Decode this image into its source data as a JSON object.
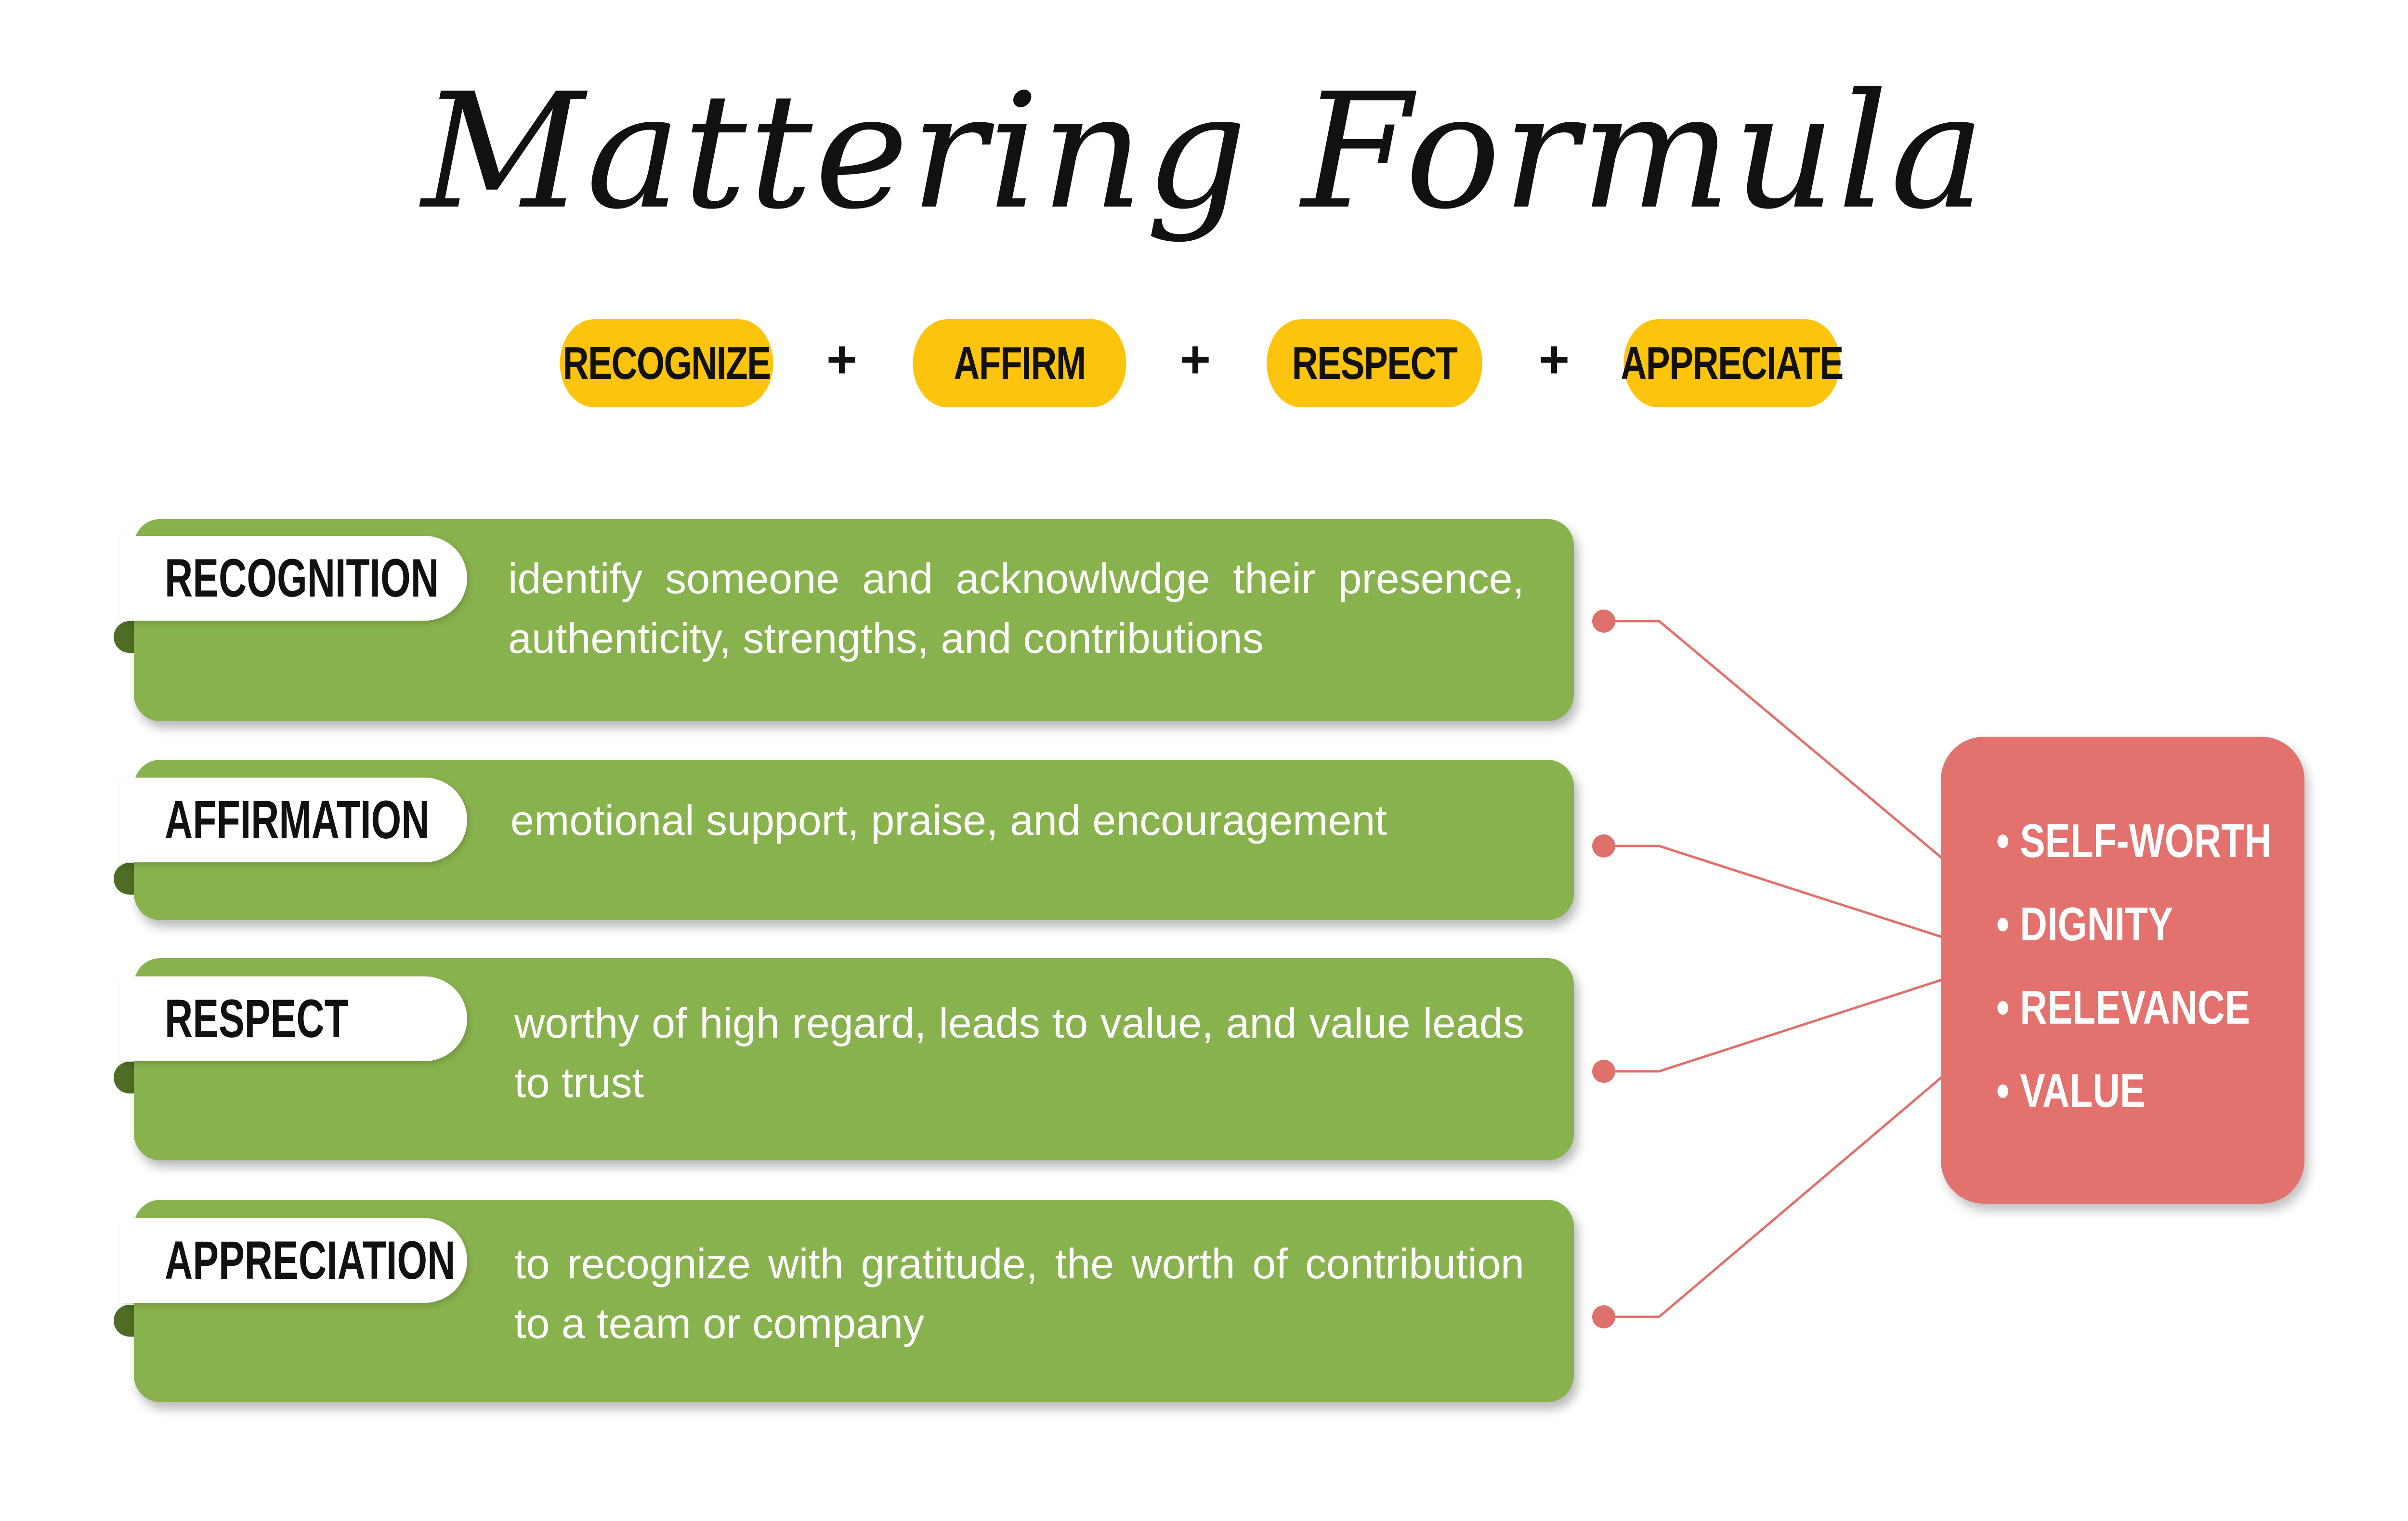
{
  "title": "Mattering Formula",
  "formula": {
    "terms": [
      "RECOGNIZE",
      "AFFIRM",
      "RESPECT",
      "APPRECIATE"
    ],
    "operator": "+"
  },
  "rows": [
    {
      "label": "RECOGNITION",
      "description": "identify someone and acknowlwdge their presence, authenticity, strengths, and contributions"
    },
    {
      "label": "AFFIRMATION",
      "description": "emotional support, praise, and encouragement"
    },
    {
      "label": "RESPECT",
      "description": "worthy of high regard, leads to value, and value leads to trust"
    },
    {
      "label": "APPRECIATION",
      "description": "to recognize with gratitude, the worth of contribution to a team or company"
    }
  ],
  "outcomes": {
    "bullet": "•",
    "items": [
      "SELF-WORTH",
      "DIGNITY",
      "RELEVANCE",
      "VALUE"
    ]
  },
  "colors": {
    "pill": "#fcc40c",
    "row": "#88b24d",
    "row_tab_shadow": "#4d6d26",
    "outcome_box": "#e3716d",
    "connector": "#e0706c"
  }
}
